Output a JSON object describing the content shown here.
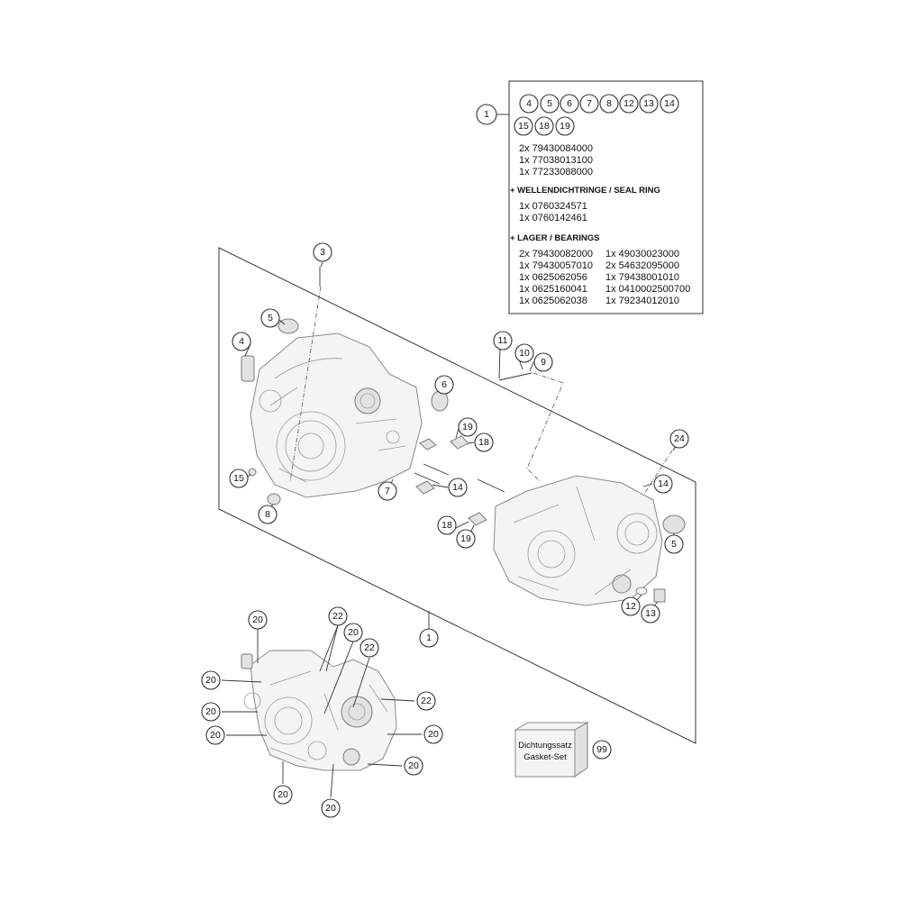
{
  "legend": {
    "main_callout": "1",
    "part_callouts": [
      "4",
      "5",
      "6",
      "7",
      "8",
      "12",
      "13",
      "14",
      "15",
      "18",
      "19"
    ],
    "group1_lines": [
      "2x 79430084000",
      "1x 77038013100",
      "1x 77233088000"
    ],
    "seal_heading": "+ WELLENDICHTRINGE /  SEAL RING",
    "seal_lines": [
      "1x 0760324571",
      "1x 0760142461"
    ],
    "bearing_heading": "+ LAGER / BEARINGS",
    "bearing_col1": [
      "2x 79430082000",
      "1x 79430057010",
      "1x 0625062056",
      "1x 0625160041",
      "1x 0625062038"
    ],
    "bearing_col2": [
      "1x 49030023000",
      "2x 54632095000",
      "1x 79438001010",
      "1x 0410002500700",
      "1x 79234012010"
    ]
  },
  "gasket_box": {
    "label_de": "Dichtungssatz",
    "label_en": "Gasket-Set",
    "callout": "99"
  },
  "callouts": {
    "c3": "3",
    "c5a": "5",
    "c4": "4",
    "c6": "6",
    "c11": "11",
    "c10": "10",
    "c9": "9",
    "c19a": "19",
    "c18a": "18",
    "c24": "24",
    "c15": "15",
    "c7": "7",
    "c14a": "14",
    "c14b": "14",
    "c8": "8",
    "c18b": "18",
    "c19b": "19",
    "c5b": "5",
    "c12": "12",
    "c13": "13",
    "c1b": "1",
    "c20a": "20",
    "c22a": "22",
    "c20b": "20",
    "c22b": "22",
    "c20c": "20",
    "c20d": "20",
    "c22c": "22",
    "c20e": "20",
    "c20f": "20",
    "c20g": "20",
    "c20h": "20",
    "c20i": "20"
  }
}
